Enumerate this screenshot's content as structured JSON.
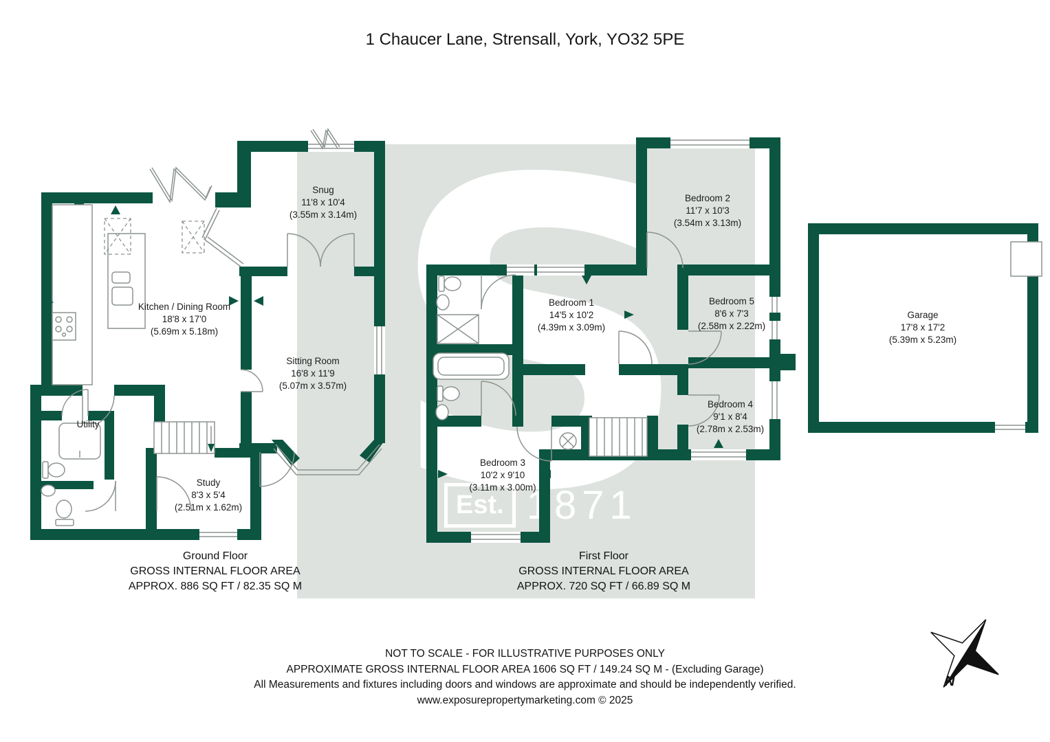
{
  "title": "1 Chaucer Lane, Strensall, York, YO32 5PE",
  "watermark": {
    "letter": "S",
    "est_label": "Est.",
    "year": "1871"
  },
  "compass": {
    "north_label": "N"
  },
  "rooms": {
    "snug": {
      "name": "Snug",
      "imperial": "11'8 x 10'4",
      "metric": "(3.55m x 3.14m)"
    },
    "kitchen_dining": {
      "name": "Kitchen / Dining Room",
      "imperial": "18'8 x 17'0",
      "metric": "(5.69m x 5.18m)"
    },
    "sitting_room": {
      "name": "Sitting Room",
      "imperial": "16'8 x 11'9",
      "metric": "(5.07m x 3.57m)"
    },
    "utility": {
      "name": "Utility"
    },
    "study": {
      "name": "Study",
      "imperial": "8'3 x 5'4",
      "metric": "(2.51m x 1.62m)"
    },
    "bedroom1": {
      "name": "Bedroom 1",
      "imperial": "14'5 x 10'2",
      "metric": "(4.39m x 3.09m)"
    },
    "bedroom2": {
      "name": "Bedroom 2",
      "imperial": "11'7 x 10'3",
      "metric": "(3.54m x 3.13m)"
    },
    "bedroom3": {
      "name": "Bedroom 3",
      "imperial": "10'2 x 9'10",
      "metric": "(3.11m x 3.00m)"
    },
    "bedroom4": {
      "name": "Bedroom 4",
      "imperial": "9'1 x 8'4",
      "metric": "(2.78m x 2.53m)"
    },
    "bedroom5": {
      "name": "Bedroom 5",
      "imperial": "8'6 x 7'3",
      "metric": "(2.58m x 2.22m)"
    },
    "garage": {
      "name": "Garage",
      "imperial": "17'8 x 17'2",
      "metric": "(5.39m x 5.23m)"
    }
  },
  "floors": {
    "ground": {
      "name": "Ground Floor",
      "area_line1": "GROSS INTERNAL FLOOR AREA",
      "area_line2": "APPROX. 886 SQ FT / 82.35 SQ M"
    },
    "first": {
      "name": "First Floor",
      "area_line1": "GROSS INTERNAL FLOOR AREA",
      "area_line2": "APPROX. 720 SQ FT / 66.89 SQ M"
    }
  },
  "footer": {
    "line1": "NOT TO SCALE - FOR ILLUSTRATIVE PURPOSES ONLY",
    "line2": "APPROXIMATE GROSS INTERNAL FLOOR AREA 1606 SQ FT / 149.24 SQ M - (Excluding Garage)",
    "line3": "All Measurements and fixtures including doors and windows are approximate and should be independently verified.",
    "line4": "www.exposurepropertymarketing.com © 2025"
  },
  "colors": {
    "wall": "#0b5541",
    "band": "#dde2de",
    "line": "#8c948f"
  }
}
